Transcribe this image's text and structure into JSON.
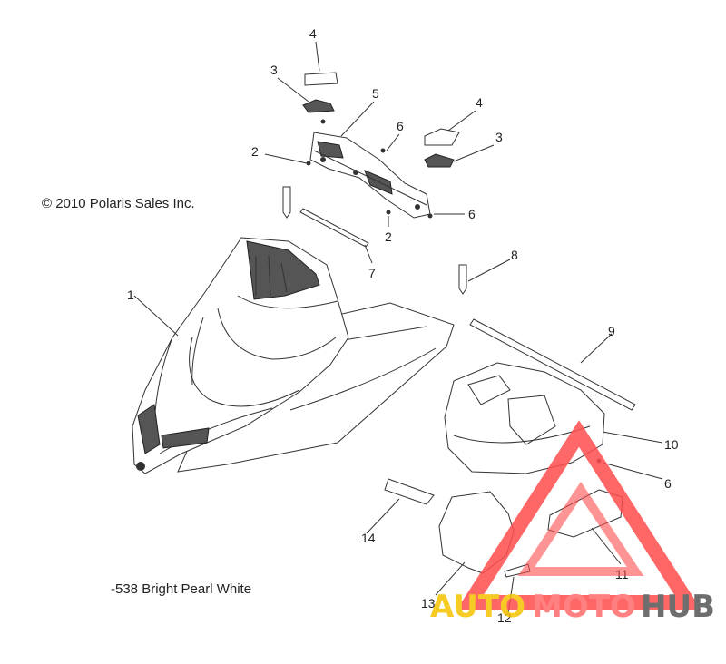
{
  "copyright": "© 2010 Polaris Sales Inc.",
  "color_note": "-538  Bright Pearl White",
  "callouts": {
    "c1": "1",
    "c2a": "2",
    "c2b": "2",
    "c3a": "3",
    "c3b": "3",
    "c4a": "4",
    "c4b": "4",
    "c5": "5",
    "c6a": "6",
    "c6b": "6",
    "c6c": "6",
    "c7": "7",
    "c8": "8",
    "c9": "9",
    "c10": "10",
    "c11": "11",
    "c12": "12",
    "c13": "13",
    "c14": "14"
  },
  "watermark": {
    "auto": "AUTO",
    "moto": "MOTO",
    "hub": "HUB",
    "color_auto": "#f5c200",
    "color_moto": "#ff6a6a",
    "color_hub": "#555555",
    "triangle_color": "#ff4d4d"
  }
}
